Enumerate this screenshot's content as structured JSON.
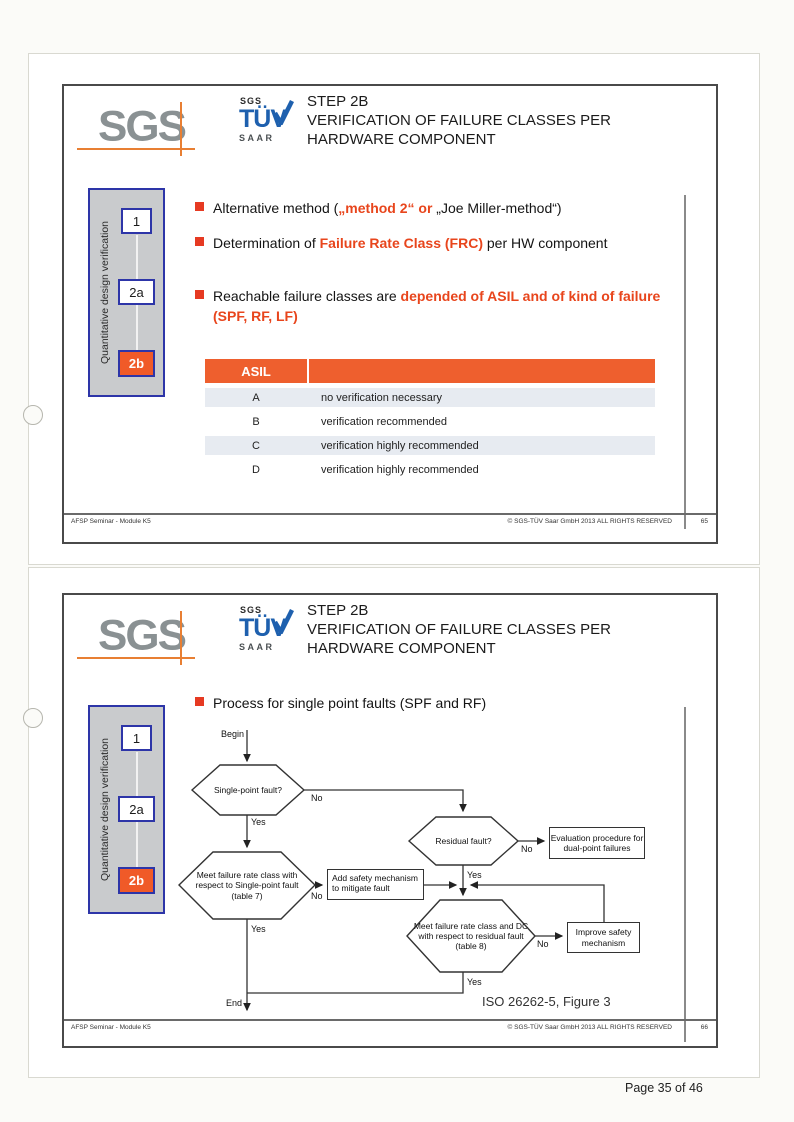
{
  "shared": {
    "logo_sgs": "SGS",
    "tuv_logo": {
      "top": "SGS",
      "main": "TÜV",
      "bottom": "SAAR"
    },
    "title": {
      "line1": "STEP 2B",
      "line2": "VERIFICATION OF FAILURE CLASSES PER",
      "line3": "HARDWARE COMPONENT"
    },
    "sidebar": {
      "label": "Quantitative design verification",
      "steps": [
        "1",
        "2a",
        "2b"
      ]
    },
    "footer_left": "AFSP Seminar - Module K5",
    "footer_right": "© SGS-TÜV Saar GmbH 2013 ALL RIGHTS RESERVED"
  },
  "slide1": {
    "page_number": "65",
    "bullets": {
      "b1_pre": "Alternative method (",
      "b1_red": "„method 2“ or",
      "b1_post": " „Joe Miller-method“)",
      "b2_pre": "Determination of ",
      "b2_red": "Failure Rate Class (FRC)",
      "b2_post": " per HW component",
      "b3_pre": "Reachable failure classes are ",
      "b3_red": "depended of ASIL and of kind of failure (SPF, RF, LF)"
    },
    "table": {
      "header": "ASIL",
      "rows": [
        [
          "A",
          "no verification necessary"
        ],
        [
          "B",
          "verification recommended"
        ],
        [
          "C",
          "verification highly recommended"
        ],
        [
          "D",
          "verification highly recommended"
        ]
      ]
    }
  },
  "slide2": {
    "page_number": "66",
    "bullet": "Process for single point faults (SPF and RF)",
    "flow": {
      "begin": "Begin",
      "end": "End",
      "yes": "Yes",
      "no": "No",
      "hex_spf": "Single-point fault?",
      "hex_frc_spf": "Meet failure rate class with respect to Single-point fault (table 7)",
      "box_add": "Add safety mechanism to mitigate fault",
      "hex_rf": "Residual fault?",
      "box_eval": "Evaluation procedure for dual-point failures",
      "hex_frc_rf": "Meet failure rate class and DC with respect to residual fault (table 8)",
      "box_improve": "Improve safety mechanism",
      "caption": "ISO 26262-5, Figure 3"
    }
  },
  "document": {
    "footer": "Page 35 of 46"
  },
  "colors": {
    "accent_orange": "#EE5F2E",
    "step_highlight": "#F05A28",
    "bullet_red": "#E63A22",
    "red_text": "#E8451C",
    "tuv_blue": "#1E60AE",
    "sgs_gray": "#8A9193",
    "sidebar_bg": "#C9CBCD",
    "sidebar_border": "#2D35A8",
    "table_row_alt": "#E7EBF1"
  }
}
